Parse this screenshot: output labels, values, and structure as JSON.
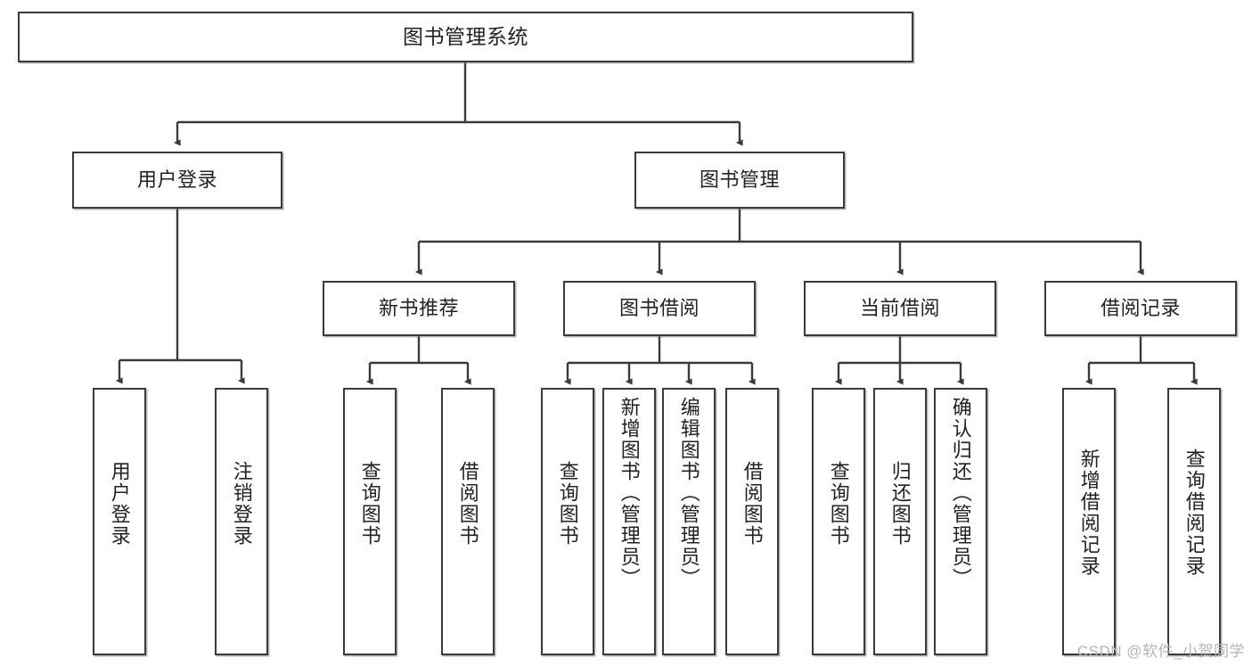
{
  "diagram": {
    "title": "图书管理系统",
    "root": {
      "label": "图书管理系统"
    },
    "level2": [
      {
        "label": "用户登录"
      },
      {
        "label": "图书管理"
      }
    ],
    "level3": [
      {
        "label": "新书推荐"
      },
      {
        "label": "图书借阅"
      },
      {
        "label": "当前借阅"
      },
      {
        "label": "借阅记录"
      }
    ],
    "leaves": {
      "user_login": [
        {
          "label": "用户登录"
        },
        {
          "label": "注销登录"
        }
      ],
      "new_book_recommend": [
        {
          "label": "查询图书"
        },
        {
          "label": "借阅图书"
        }
      ],
      "book_borrow": [
        {
          "label": "查询图书"
        },
        {
          "label": "新增图书（管理员）"
        },
        {
          "label": "编辑图书（管理员）"
        },
        {
          "label": "借阅图书"
        }
      ],
      "current_borrow": [
        {
          "label": "查询图书"
        },
        {
          "label": "归还图书"
        },
        {
          "label": "确认归还（管理员）"
        }
      ],
      "borrow_record": [
        {
          "label": "新增借阅记录"
        },
        {
          "label": "查询借阅记录"
        }
      ]
    }
  },
  "watermark": {
    "text": "CSDN @软件_小贺同学"
  },
  "colors": {
    "stroke": "#3a3a3a",
    "fill": "#ffffff",
    "text": "#222222",
    "watermark": "#b4b4b4"
  }
}
